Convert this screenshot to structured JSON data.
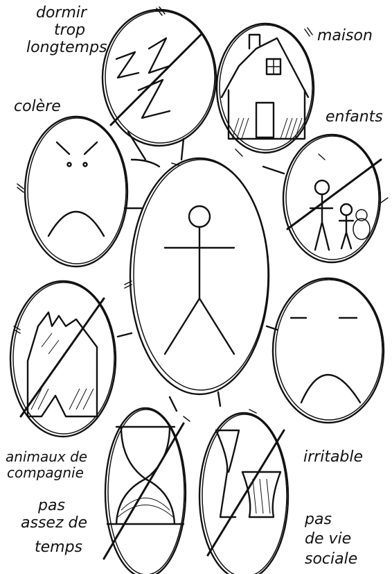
{
  "labels": {
    "sleep": [
      "dormir",
      "trop",
      "longtemps"
    ],
    "house": "maison",
    "anger": "colère",
    "children": "enfants",
    "pets": [
      "animaux de",
      "compagnie"
    ],
    "irritable": "irritable",
    "time": [
      "pas",
      "assez de",
      "temps"
    ],
    "social": [
      "pas",
      "de vie",
      "sociale"
    ]
  },
  "sleep_icon_text": "ZZZ"
}
